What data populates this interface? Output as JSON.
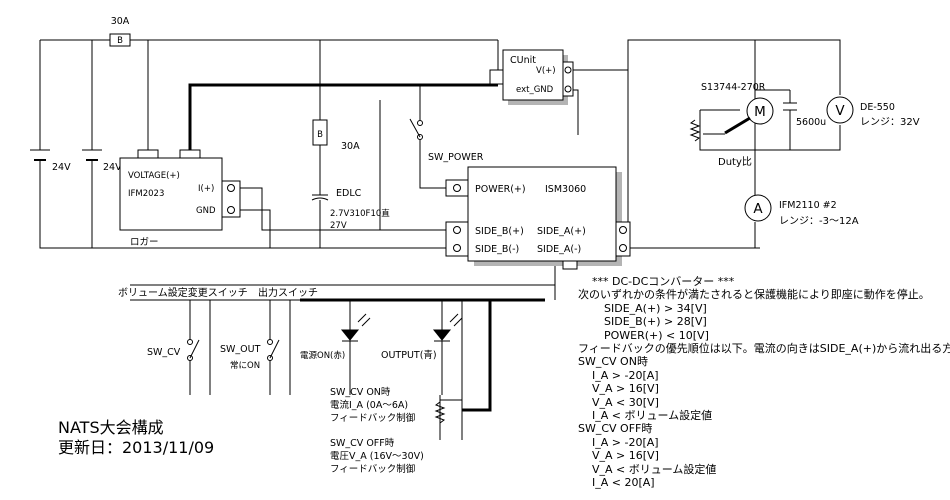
{
  "fuse": {
    "rating": "30A",
    "symbol": "B"
  },
  "battery1": {
    "label": "24V"
  },
  "battery2": {
    "label": "24V"
  },
  "logger": {
    "name": "IFM2023",
    "voltage_port": "VOLTAGE(+)",
    "current_port": "I(+)",
    "gnd_port": "GND",
    "caption": "ロガー"
  },
  "fuse2": {
    "symbol": "B",
    "rating": "30A"
  },
  "edlc": {
    "label": "EDLC",
    "spec1": "2.7V310F10直",
    "spec2": "27V"
  },
  "cunit": {
    "name": "CUnit",
    "vplus": "V(+)",
    "extgnd": "ext_GND"
  },
  "sw_power": {
    "label": "SW_POWER"
  },
  "ism": {
    "name": "ISM3060",
    "power": "POWER(+)",
    "sideb_plus": "SIDE_B(+)",
    "sideb_minus": "SIDE_B(-)",
    "sidea_plus": "SIDE_A(+)",
    "sidea_minus": "SIDE_A(-)"
  },
  "motor": {
    "part": "S13744-270R",
    "symbol": "M",
    "cap": "5600u",
    "duty": "Duty比"
  },
  "voltmeter": {
    "symbol": "V",
    "model": "DE-550",
    "range": "レンジ：32V"
  },
  "ammeter": {
    "symbol": "A",
    "model": "IFM2110 #2",
    "range": "レンジ：-3～12A"
  },
  "switch_labels": {
    "volume": "ボリューム設定変更スイッチ",
    "output": "出力スイッチ"
  },
  "sw_cv": {
    "label": "SW_CV"
  },
  "sw_out": {
    "label": "SW_OUT",
    "note": "常にON"
  },
  "led_power": {
    "label": "電源ON(赤)"
  },
  "led_output": {
    "label": "OUTPUT(青)"
  },
  "pot_notes": [
    "SW_CV ON時",
    "電流I_A (0A～6A)",
    "フィードバック制御",
    "SW_CV OFF時",
    "電圧V_A (16V～30V)",
    "フィードバック制御"
  ],
  "notes": [
    {
      "text": "*** DC-DCコンバーター ***",
      "indent": 1
    },
    {
      "text": "次のいずれかの条件が満たされると保護機能により即座に動作を停止。",
      "indent": 0
    },
    {
      "text": "SIDE_A(+) > 34[V]",
      "indent": 2
    },
    {
      "text": "SIDE_B(+) > 28[V]",
      "indent": 2
    },
    {
      "text": "POWER(+) < 10[V]",
      "indent": 2
    },
    {
      "text": "フィードバックの優先順位は以下。電流の向きはSIDE_A(+)から流れ出る方を正",
      "indent": 0
    },
    {
      "text": "SW_CV ON時",
      "indent": 0
    },
    {
      "text": "I_A > -20[A]",
      "indent": 1
    },
    {
      "text": "V_A > 16[V]",
      "indent": 1
    },
    {
      "text": "V_A < 30[V]",
      "indent": 1
    },
    {
      "text": "I_A < ボリューム設定値",
      "indent": 1
    },
    {
      "text": "SW_CV OFF時",
      "indent": 0
    },
    {
      "text": "I_A > -20[A]",
      "indent": 1
    },
    {
      "text": "V_A > 16[V]",
      "indent": 1
    },
    {
      "text": "V_A < ボリューム設定値",
      "indent": 1
    },
    {
      "text": "I_A < 20[A]",
      "indent": 1
    }
  ],
  "title": {
    "line1": "NATS大会構成",
    "line2": "更新日：2013/11/09"
  }
}
